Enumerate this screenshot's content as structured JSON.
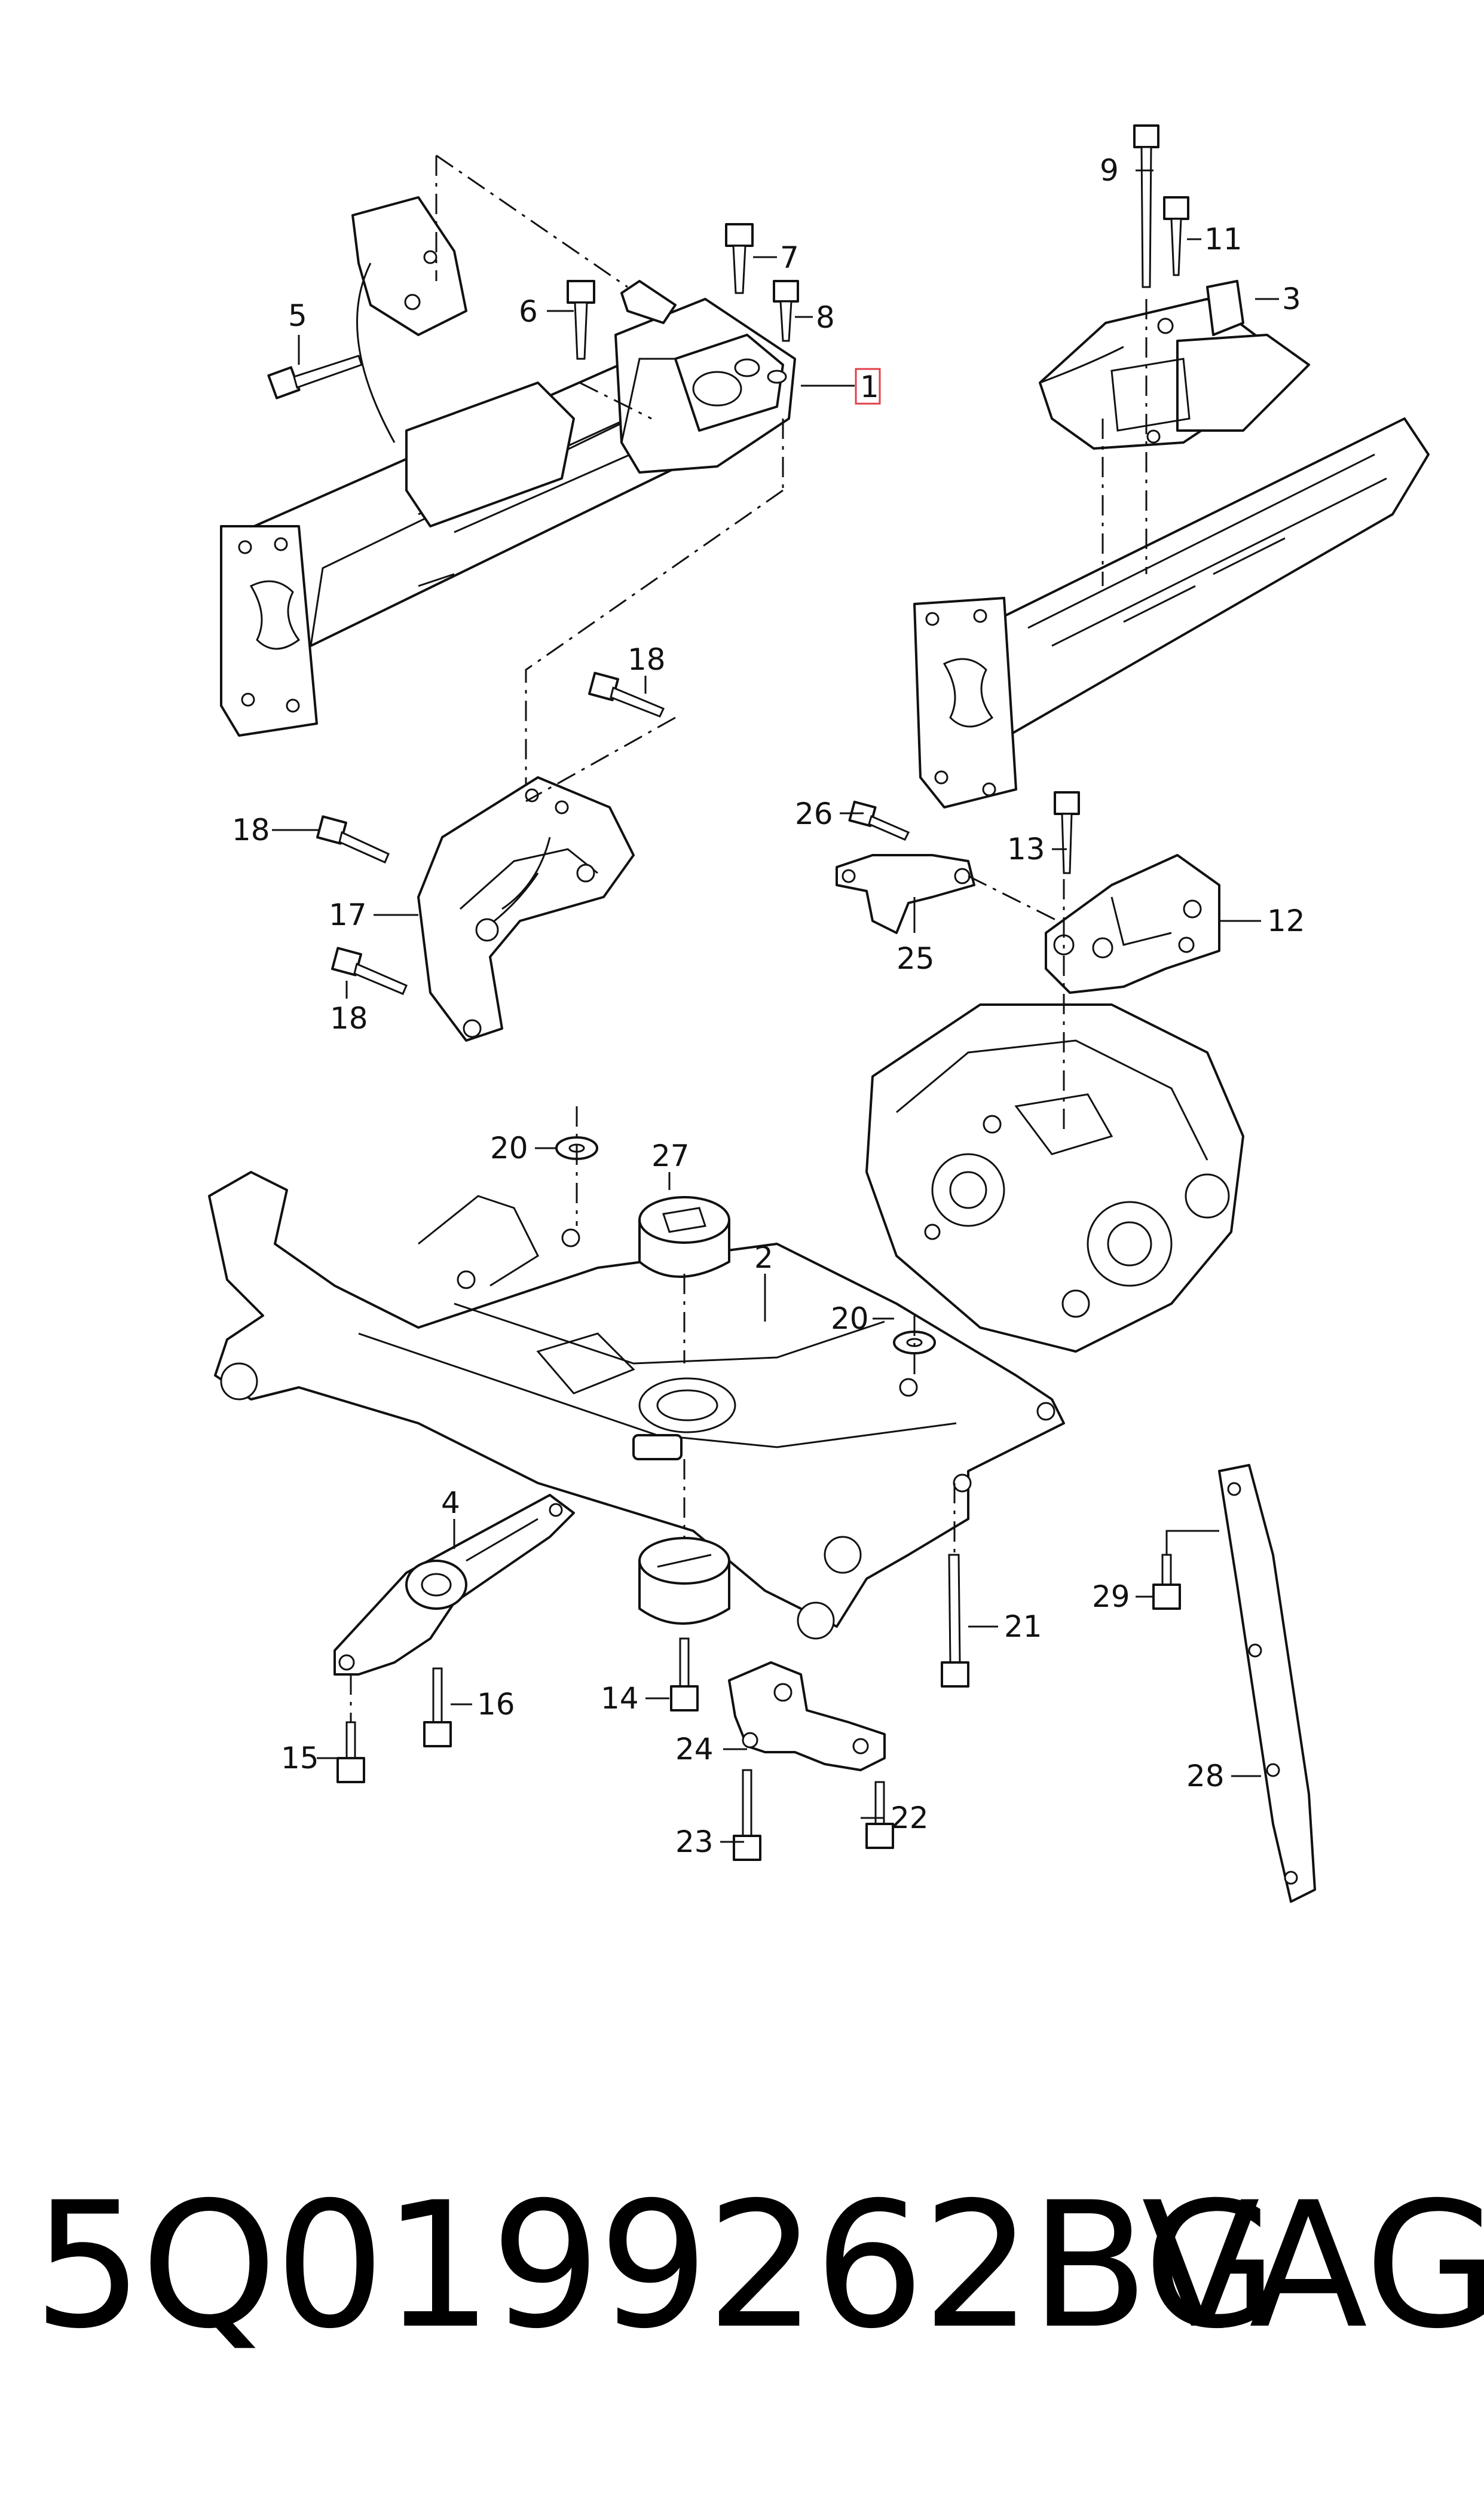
{
  "diagram": {
    "callouts": {
      "c1": "1",
      "c2": "2",
      "c3": "3",
      "c4": "4",
      "c5": "5",
      "c6": "6",
      "c7": "7",
      "c8": "8",
      "c9": "9",
      "c11": "11",
      "c12": "12",
      "c13": "13",
      "c14": "14",
      "c15": "15",
      "c16": "16",
      "c17": "17",
      "c18a": "18",
      "c18b": "18",
      "c18c": "18",
      "c20a": "20",
      "c20b": "20",
      "c21": "21",
      "c22": "22",
      "c23": "23",
      "c24": "24",
      "c25": "25",
      "c26": "26",
      "c27": "27",
      "c28": "28",
      "c29": "29"
    },
    "highlight_color": "#e0404a"
  },
  "caption": {
    "part_number": "5Q0199262BG",
    "brand": "VAG"
  }
}
